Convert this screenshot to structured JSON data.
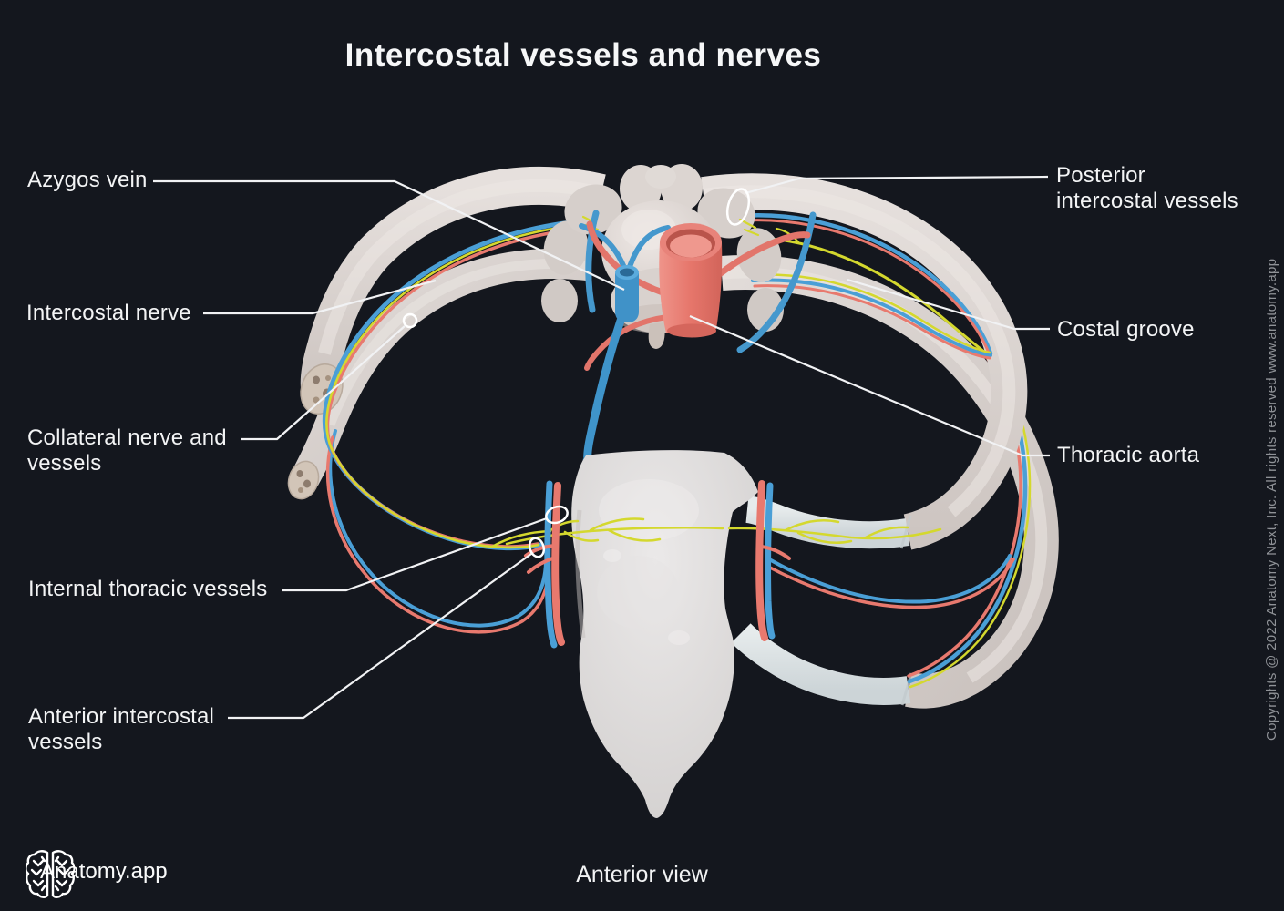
{
  "title": "Intercostal vessels and nerves",
  "view_label": "Anterior view",
  "brand": {
    "name": "Anatomy.app",
    "logo_icon": "brain-icon"
  },
  "copyright": "Copyrights @ 2022 Anatomy Next, Inc. All rights reserved www.anatomy.app",
  "labels": {
    "left": [
      {
        "id": "azygos-vein",
        "text": "Azygos vein"
      },
      {
        "id": "intercostal-nerve",
        "text": "Intercostal nerve"
      },
      {
        "id": "collateral-nerve-and-vessels",
        "text": "Collateral nerve and\nvessels"
      },
      {
        "id": "internal-thoracic-vessels",
        "text": "Internal thoracic vessels"
      },
      {
        "id": "anterior-intercostal-vessels",
        "text": "Anterior intercostal\nvessels"
      }
    ],
    "right": [
      {
        "id": "posterior-intercostal-vessels",
        "text": "Posterior\nintercostal vessels"
      },
      {
        "id": "costal-groove",
        "text": "Costal groove"
      },
      {
        "id": "thoracic-aorta",
        "text": "Thoracic aorta"
      }
    ]
  },
  "colors": {
    "background": "#14171e",
    "label_text": "#f3f4f5",
    "muted_text": "#8f9297",
    "leader_line": "#f1f2f4",
    "artery": "#e8796e",
    "vein": "#4a9fd6",
    "nerve": "#d4d82e",
    "bone": "#d8d1ce",
    "cartilage": "#dde3e5"
  }
}
